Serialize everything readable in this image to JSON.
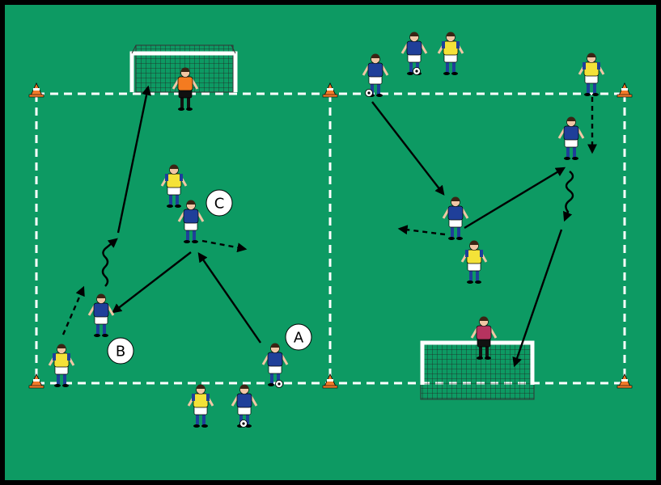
{
  "colors": {
    "border": "#000000",
    "pitch": "#0d9a63",
    "line": "#ffffff",
    "cone": "#f07a2a",
    "team_blue": "#1f3f99",
    "team_yellow": "#f4e238",
    "keeper_left": "#f47b20",
    "keeper_right": "#b6335f",
    "shorts": "#ffffff",
    "socks": "#1f3f99",
    "arrow": "#000000"
  },
  "labels": [
    {
      "id": "A",
      "text": "A"
    },
    {
      "id": "B",
      "text": "B"
    },
    {
      "id": "C",
      "text": "C"
    }
  ]
}
